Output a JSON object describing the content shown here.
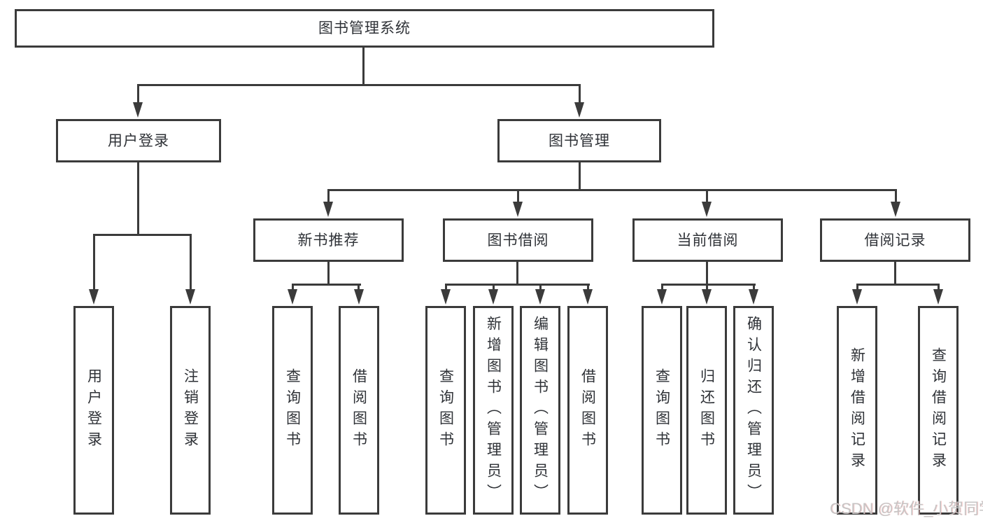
{
  "tree": {
    "root": {
      "label": "图书管理系统"
    },
    "branches": [
      {
        "label": "用户登录",
        "children": [
          {
            "label": "用户登录"
          },
          {
            "label": "注销登录"
          }
        ]
      },
      {
        "label": "图书管理",
        "children": [
          {
            "label": "新书推荐",
            "children": [
              {
                "label": "查询图书"
              },
              {
                "label": "借阅图书"
              }
            ]
          },
          {
            "label": "图书借阅",
            "children": [
              {
                "label": "查询图书"
              },
              {
                "label": "新增图书（管理员）"
              },
              {
                "label": "编辑图书（管理员）"
              },
              {
                "label": "借阅图书"
              }
            ]
          },
          {
            "label": "当前借阅",
            "children": [
              {
                "label": "查询图书"
              },
              {
                "label": "归还图书"
              },
              {
                "label": "确认归还（管理员）"
              }
            ]
          },
          {
            "label": "借阅记录",
            "children": [
              {
                "label": "新增借阅记录"
              },
              {
                "label": "查询借阅记录"
              }
            ]
          }
        ]
      }
    ]
  },
  "watermark": {
    "text": "CSDN @软件_小贺同学"
  },
  "colors": {
    "background": "#ffffff",
    "node_fill": "#ffffff",
    "line": "#3b3b3b",
    "text": "#2f3237",
    "watermark_text": "#c6c4c4"
  }
}
